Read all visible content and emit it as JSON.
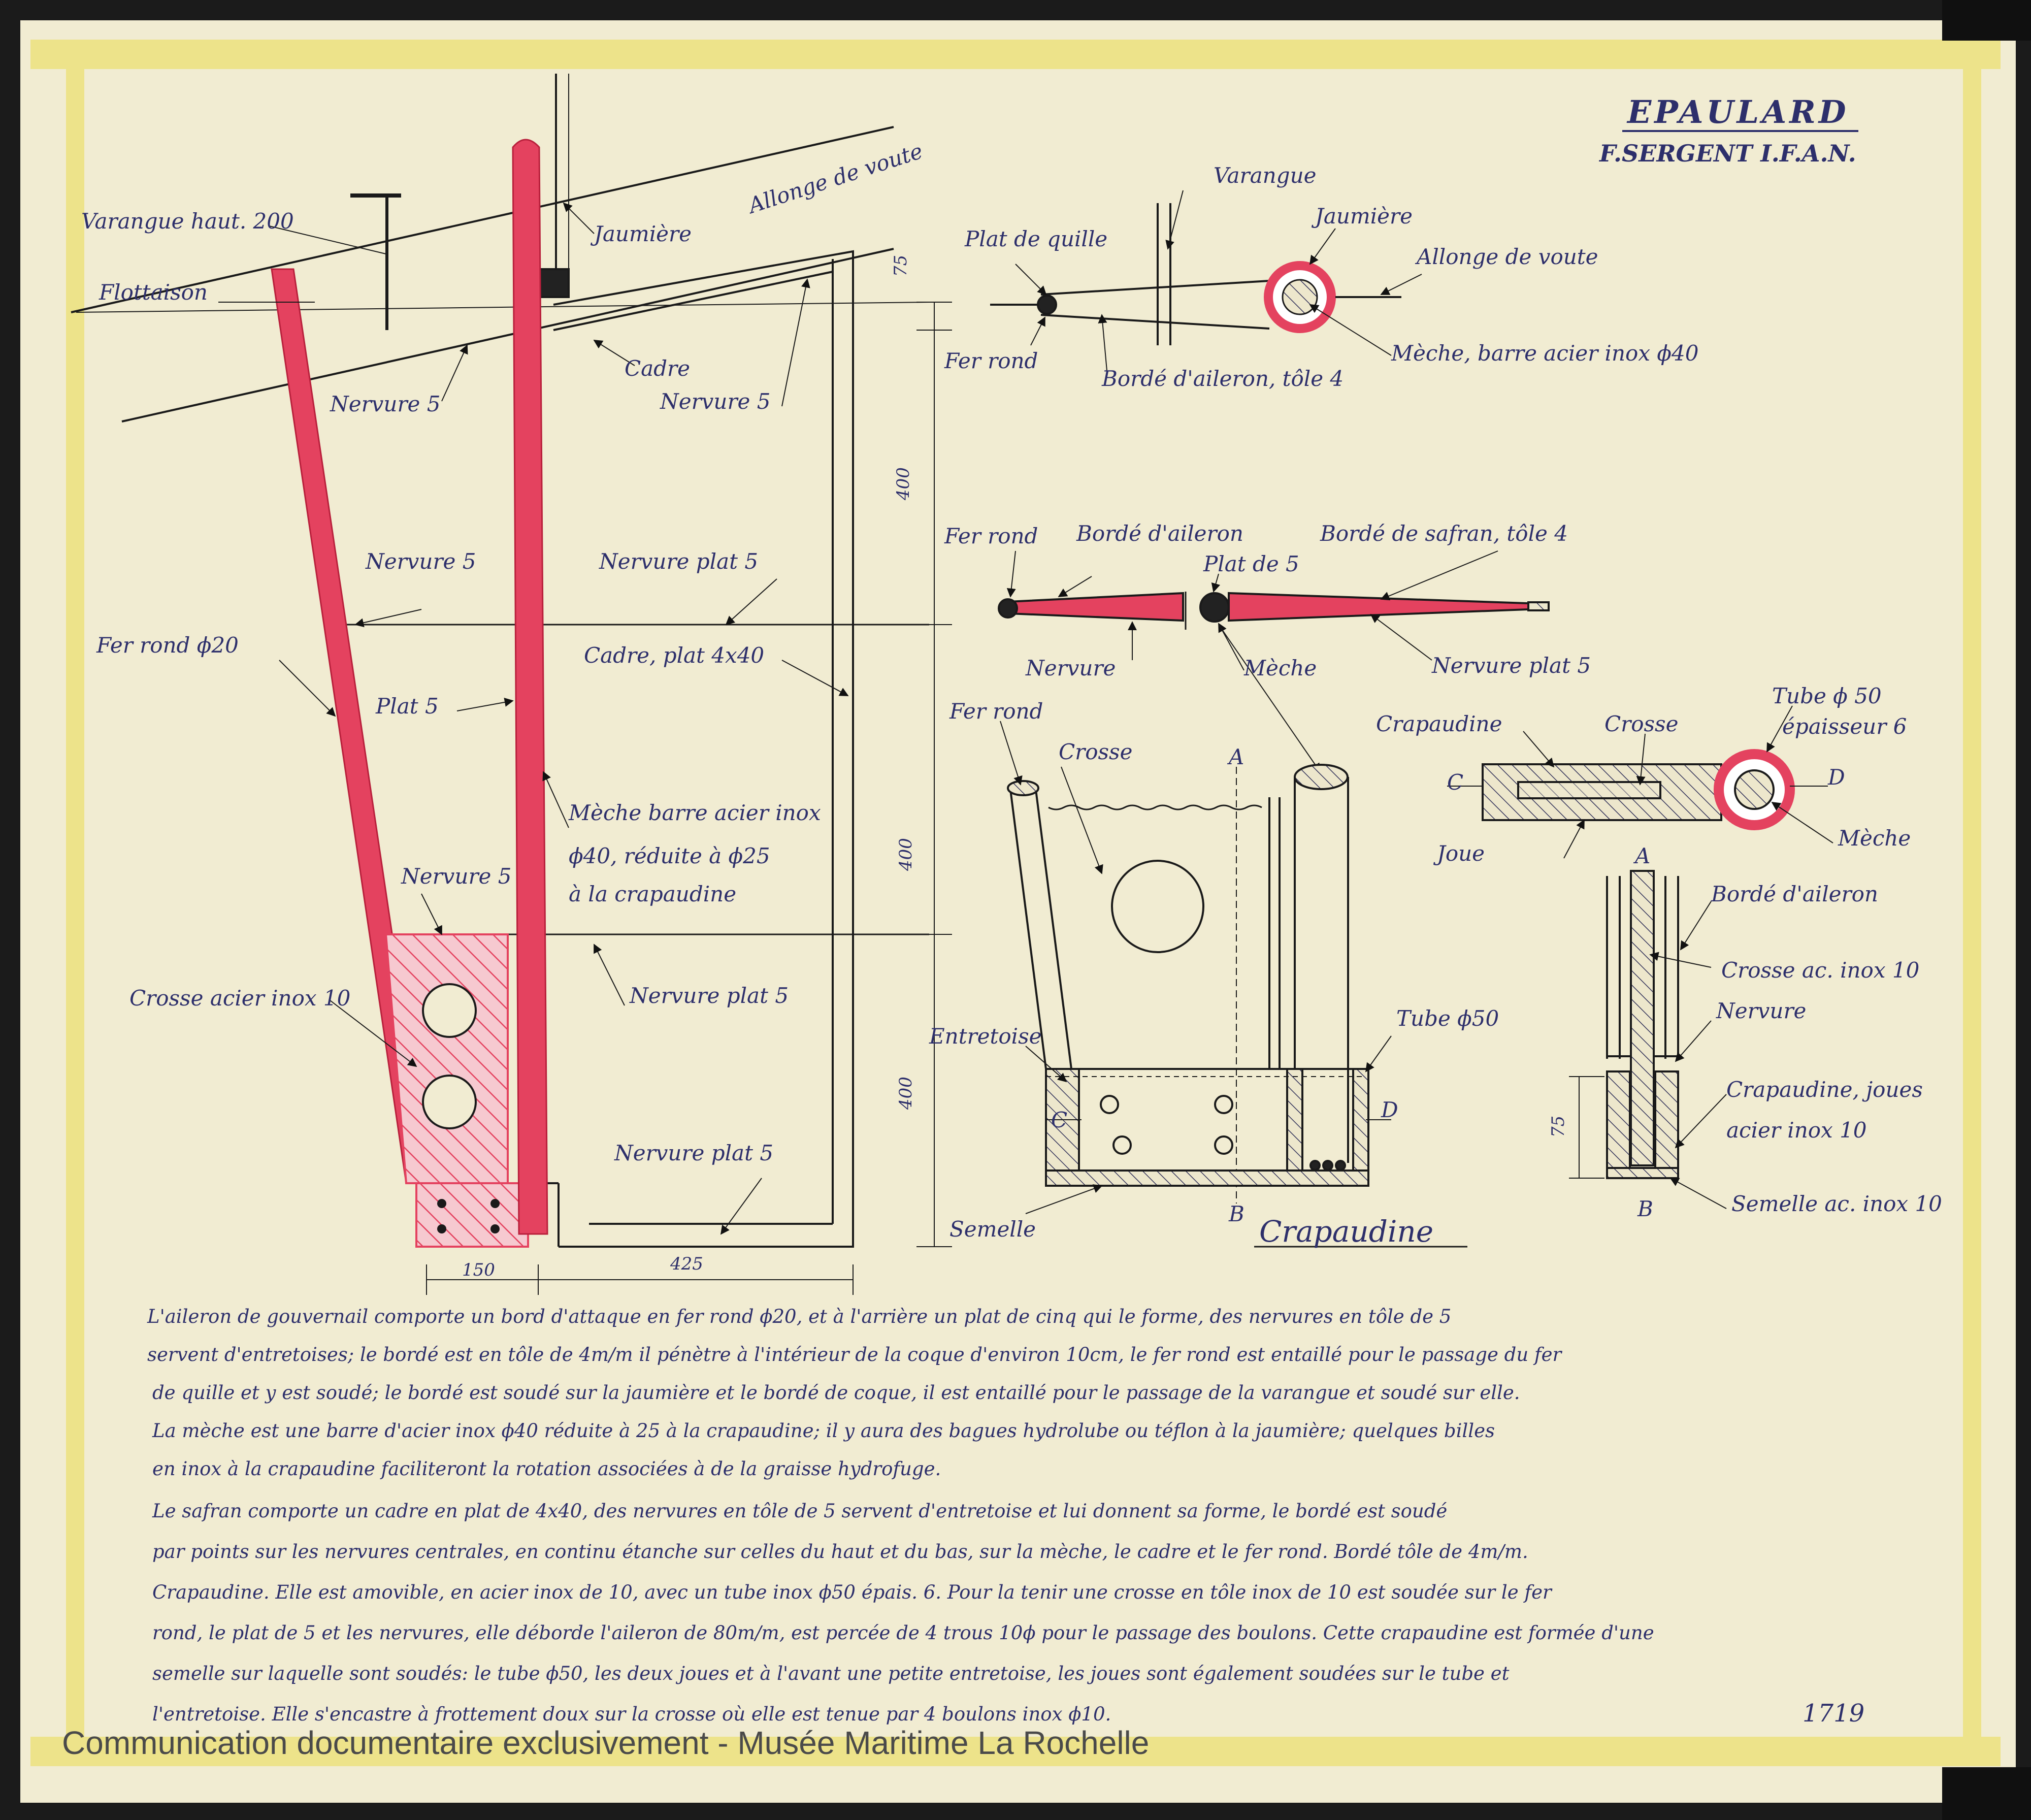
{
  "title": "EPAULARD",
  "subtitle": "F.SERGENT I.F.A.N.",
  "sheet_number": "1719",
  "caption": "Communication documentaire exclusivement - Musée Maritime La Rochelle",
  "colors": {
    "paper": "#f1ecd2",
    "tape": "#ede38a",
    "ink": "#2d2f6b",
    "red": "#e4425f",
    "pink": "#f2a0ae"
  },
  "elevation": {
    "labels": {
      "varangue": "Varangue haut. 200",
      "flottaison": "Flottaison",
      "jaumiere": "Jaumière",
      "allonge": "Allonge de voute",
      "cadre": "Cadre",
      "nervure5_a": "Nervure 5",
      "nervure5_b": "Nervure 5",
      "nervure5_c": "Nervure 5",
      "nervure_plat5_a": "Nervure plat 5",
      "cadre_plat": "Cadre, plat 4x40",
      "fer_rond": "Fer rond ϕ20",
      "plat5": "Plat 5",
      "meche_1": "Mèche barre acier inox",
      "meche_2": "ϕ40, réduite à ϕ25",
      "meche_3": "à la crapaudine",
      "nervure5_d": "Nervure 5",
      "crosse": "Crosse acier inox 10",
      "nervure_plat5_b": "Nervure plat 5",
      "nervure_plat5_c": "Nervure plat 5"
    },
    "dims": {
      "d75": "75",
      "d400a": "400",
      "d400b": "400",
      "d400c": "400",
      "d150": "150",
      "d425": "425"
    }
  },
  "section_top": {
    "varangue": "Varangue",
    "plat_quille": "Plat de quille",
    "jaumiere": "Jaumière",
    "allonge": "Allonge de voute",
    "fer_rond": "Fer rond",
    "meche": "Mèche, barre acier inox ϕ40",
    "borde": "Bordé d'aileron, tôle 4"
  },
  "section_mid": {
    "fer_rond": "Fer rond",
    "borde_aileron": "Bordé d'aileron",
    "borde_safran": "Bordé de safran, tôle 4",
    "plat5": "Plat de 5",
    "nervure": "Nervure",
    "meche": "Mèche",
    "nervure_plat": "Nervure plat 5"
  },
  "crapaudine_view": {
    "fer_rond": "Fer rond",
    "crosse": "Crosse",
    "A": "A",
    "B": "B",
    "C": "C",
    "D": "D",
    "entretoise": "Entretoise",
    "tube": "Tube ϕ50",
    "semelle": "Semelle",
    "title": "Crapaudine"
  },
  "section_cd": {
    "crapaudine": "Crapaudine",
    "crosse": "Crosse",
    "tube1": "Tube ϕ 50",
    "tube2": "épaisseur 6",
    "C": "C",
    "D": "D",
    "joue": "Joue",
    "meche": "Mèche"
  },
  "section_ab": {
    "A": "A",
    "B": "B",
    "borde": "Bordé d'aileron",
    "crosse": "Crosse ac. inox 10",
    "nervure": "Nervure",
    "crap1": "Crapaudine, joues",
    "crap2": "acier inox 10",
    "semelle": "Semelle ac. inox 10",
    "d75": "75"
  },
  "notes": [
    "L'aileron de gouvernail comporte un bord d'attaque en fer rond ϕ20, et à l'arrière un plat de cinq qui le forme, des nervures en tôle de 5",
    "servent d'entretoises; le bordé est en tôle de 4m/m il pénètre à l'intérieur de la coque d'environ 10cm, le fer rond est entaillé pour le passage du fer",
    "de quille et y est soudé; le bordé est soudé sur la jaumière et le bordé de coque, il est entaillé pour le passage de la varangue et soudé sur elle.",
    "La mèche est une barre d'acier inox ϕ40 réduite à 25 à la crapaudine; il y aura des bagues hydrolube ou téflon à la jaumière; quelques billes",
    "en inox à la crapaudine faciliteront la rotation associées à de la graisse hydrofuge.",
    "Le safran comporte un cadre en plat de 4x40, des nervures en tôle de 5 servent d'entretoise et lui donnent sa forme, le bordé est soudé",
    "par points sur les nervures centrales, en continu étanche sur celles du haut et du bas, sur la mèche, le cadre et le fer rond. Bordé tôle de 4m/m.",
    "Crapaudine. Elle est amovible, en acier inox de 10, avec un tube inox ϕ50 épais. 6. Pour la tenir une crosse en tôle inox de 10 est soudée sur le fer",
    "rond, le plat de 5 et les nervures, elle déborde l'aileron de 80m/m, est percée de 4 trous 10ϕ pour le passage des boulons. Cette crapaudine est formée d'une",
    "semelle sur laquelle sont soudés: le tube ϕ50, les deux joues et à l'avant une petite entretoise, les joues sont également soudées sur le tube et",
    "l'entretoise. Elle s'encastre à frottement doux sur la crosse où elle est tenue par 4 boulons inox ϕ10."
  ]
}
